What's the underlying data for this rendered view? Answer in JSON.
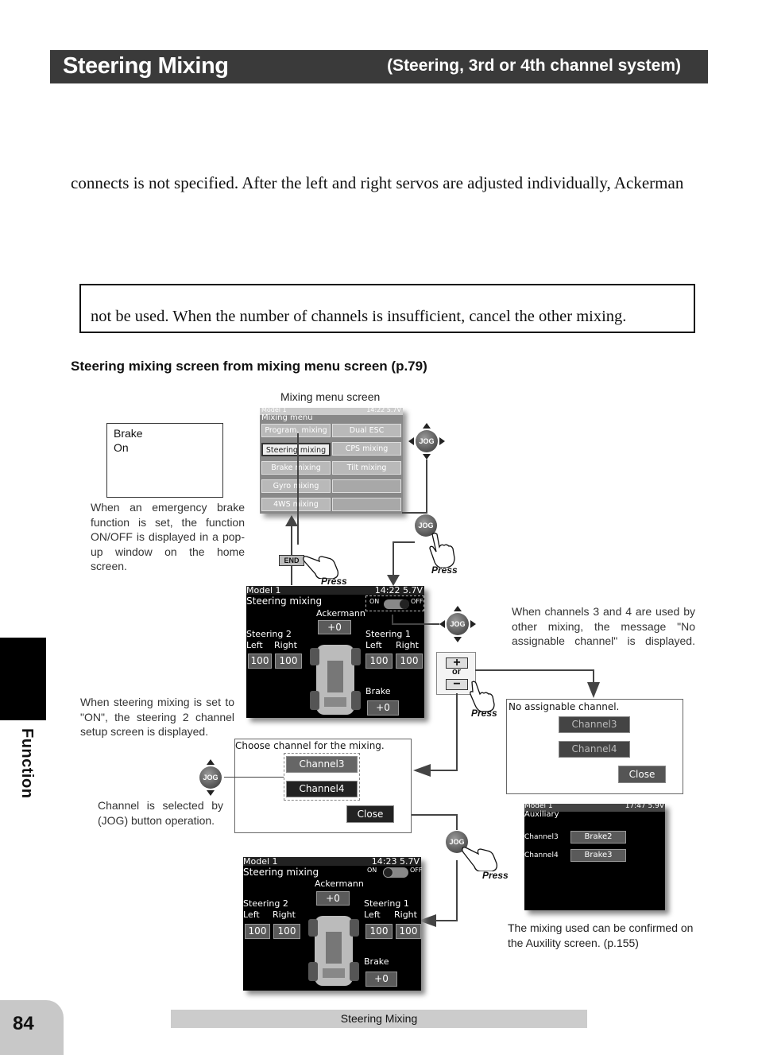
{
  "header": {
    "title": "Steering Mixing",
    "subtitle": "(Steering, 3rd or 4th channel system)"
  },
  "body": {
    "paragraph_line": "connects is not specified. After the left and right servos are adjusted individually, Ackerman",
    "note_line": "not be used. When the number of channels is insufficient, cancel the other mixing."
  },
  "section_heading": "Steering mixing screen from mixing menu screen (p.79)",
  "mixing_menu": {
    "caption": "Mixing menu screen",
    "model": "Model 1",
    "status": "14:22 5.7V",
    "title": "Mixing menu",
    "items": [
      "Program. mixing",
      "Dual ESC",
      "Steering mixing",
      "CPS mixing",
      "Brake mixing",
      "Tilt mixing",
      "Gyro mixing",
      "4WS mixing"
    ]
  },
  "brake_popup": {
    "line1": "Brake",
    "line2": "On",
    "description": "When an emergency brake function is set, the function ON/OFF is displayed in a pop-up window on the home screen."
  },
  "steering_screen_1": {
    "model": "Model 1",
    "status": "14:22 5.7V",
    "title": "Steering mixing",
    "toggle_on": "ON",
    "toggle_off": "OFF",
    "ackermann_label": "Ackermann",
    "ackermann_value": "+0",
    "steering2_label": "Steering 2",
    "steering1_label": "Steering 1",
    "left_label": "Left",
    "right_label": "Right",
    "s2_left": "100",
    "s2_right": "100",
    "s1_left": "100",
    "s1_right": "100",
    "brake_label": "Brake",
    "brake_value": "+0"
  },
  "steering_screen_2": {
    "model": "Model 1",
    "status": "14:23 5.7V",
    "title": "Steering mixing",
    "toggle_on": "ON",
    "toggle_off": "OFF",
    "ackermann_label": "Ackermann",
    "ackermann_value": "+0",
    "steering2_label": "Steering 2",
    "steering1_label": "Steering 1",
    "left_label": "Left",
    "right_label": "Right",
    "s2_left": "100",
    "s2_right": "100",
    "s1_left": "100",
    "s1_right": "100",
    "brake_label": "Brake",
    "brake_value": "+0"
  },
  "controls": {
    "jog_label": "JOG",
    "end_label": "END",
    "press_label": "Press",
    "plus_symbol": "+",
    "or_label": "or",
    "minus_symbol": "−"
  },
  "notes": {
    "no_channel_note": "When channels 3 and 4 are used by other mixing, the message \"No assignable channel\" is displayed.",
    "steering_on_note": "When steering mixing is set to \"ON\", the steering 2 channel setup screen is displayed.",
    "jog_select_note": "Channel is selected by (JOG) button operation.",
    "auxiliary_note": "The mixing used can be confirmed on the Auxility screen. (p.155)"
  },
  "no_channel_popup": {
    "message": "No assignable channel.",
    "option1": "Channel3",
    "option2": "Channel4",
    "close": "Close"
  },
  "choose_popup": {
    "message": "Choose channel for the mixing.",
    "option1": "Channel3",
    "option2": "Channel4",
    "close": "Close"
  },
  "auxiliary_screen": {
    "model": "Model 1",
    "status": "17:47 5.9V",
    "title": "Auxiliary",
    "row1_label": "Channel3",
    "row1_value": "Brake2",
    "row2_label": "Channel4",
    "row2_value": "Brake3"
  },
  "footer": {
    "section_name": "Steering Mixing",
    "page_number": "84",
    "side_tab": "Function"
  }
}
